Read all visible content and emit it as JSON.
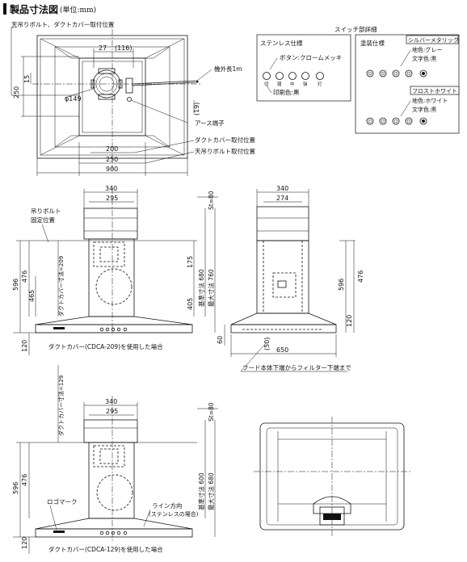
{
  "title": "製品寸法図",
  "unit": "(単位:mm)",
  "top_view": {
    "labels": {
      "bolt_duct_pos": "天吊りボルト、ダクトカバー取付位置",
      "cable_length": "機外長1m",
      "earth_terminal": "アース端子",
      "duct_pos": "ダクトカバー取付位置",
      "bolt_pos": "天吊りボルト取付位置"
    },
    "dims": {
      "d27": "27",
      "d116": "(116)",
      "d250v": "250",
      "d15": "15",
      "d149": "φ149",
      "d19": "(19)",
      "d200": "200",
      "d250": "250",
      "d900": "900"
    }
  },
  "switch_detail": {
    "title": "スイッチ部詳細",
    "stainless": {
      "heading": "ステンレス仕様",
      "button_label": "ボタン:クロームメッキ",
      "print_label": "印刷色:黒",
      "buttons": [
        "切",
        "弱",
        "中",
        "強",
        "灯"
      ]
    },
    "painted": {
      "heading": "塗装仕様",
      "silver": {
        "name": "シルバーメタリック",
        "base": "地色:グレー",
        "text": "文字色:黒"
      },
      "white": {
        "name": "フロストホワイト",
        "base": "地色:ホワイト",
        "text": "文字色:黒"
      }
    }
  },
  "front_209": {
    "labels": {
      "bolt": "吊りボルト",
      "fixed": "固定位置",
      "duct_range": "ダクトカバー寸法=209",
      "base": "基準寸法 680",
      "max": "最大寸法 760",
      "caption": "ダクトカバー(CDCA-209)を使用した場合"
    },
    "dims": {
      "w340": "340",
      "w295": "295",
      "st80": "St=80",
      "h596": "596",
      "h476": "476",
      "h465": "465",
      "h120": "120",
      "h175": "175",
      "h405": "405"
    }
  },
  "side_view": {
    "labels": {
      "filter_note": "フード本体下端からフィルター下端まで"
    },
    "dims": {
      "w340": "340",
      "w274": "274",
      "h596": "596",
      "h476": "476",
      "h120": "120",
      "h60": "60",
      "d50": "(50)",
      "w650": "650"
    }
  },
  "front_129": {
    "labels": {
      "duct_range": "ダクトカバー寸法=129",
      "logo": "ロゴマーク",
      "line": "ライン方向",
      "line_sub": "(ステンレスの場合)",
      "base": "基準寸法 600",
      "max": "最大寸法 680",
      "caption": "ダクトカバー(CDCA-129)を使用した場合"
    },
    "dims": {
      "w340": "340",
      "w295": "295",
      "st80": "St=80",
      "h596": "596",
      "h476": "476",
      "h120": "120"
    }
  }
}
